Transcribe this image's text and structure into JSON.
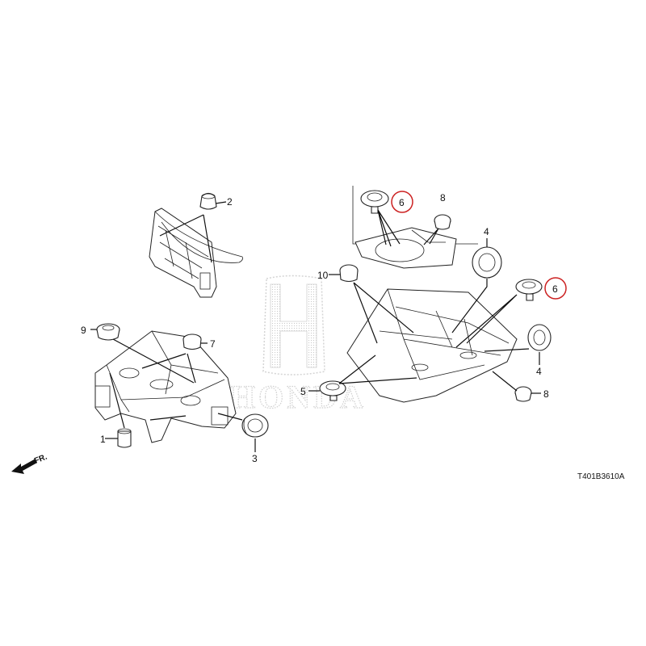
{
  "diagram": {
    "ref_code": "T401B3610A",
    "direction_label": "FR.",
    "watermark": "HONDA",
    "colors": {
      "line": "#222222",
      "highlight": "#cc2222",
      "watermark": "#cfcfcf"
    },
    "callouts": {
      "c1": "1",
      "c2": "2",
      "c3": "3",
      "c4a": "4",
      "c4b": "4",
      "c5": "5",
      "c6a": "6",
      "c6b": "6",
      "c7": "7",
      "c8a": "8",
      "c8b": "8",
      "c9": "9",
      "c10": "10"
    },
    "highlighted": [
      "c6a",
      "c6b"
    ]
  }
}
